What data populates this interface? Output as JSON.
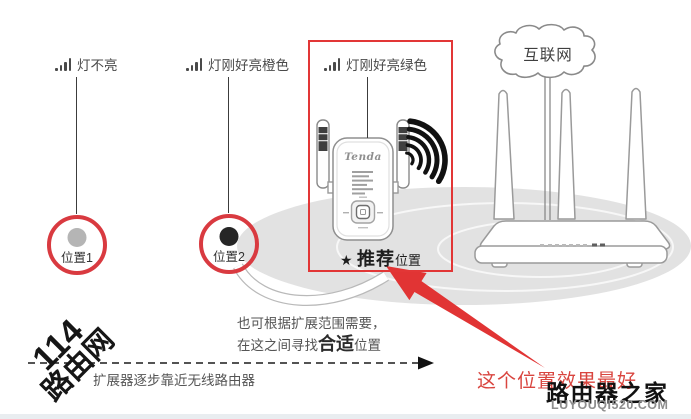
{
  "colors": {
    "ring_red": "#d93a40",
    "box_red": "#e23636",
    "arrow_red": "#e13434",
    "text_red": "#d9453f",
    "coverage_gray": "#e2e2e2",
    "pos1_dot": "#b5b5b5",
    "pos2_dot": "#262626"
  },
  "legend": {
    "pos1": {
      "icon": "signal-bars-icon",
      "label": "灯不亮",
      "name": "位置1"
    },
    "pos2": {
      "icon": "signal-bars-icon",
      "label": "灯刚好亮橙色",
      "name": "位置2"
    },
    "pos3": {
      "icon": "signal-bars-icon",
      "label": "灯刚好亮绿色"
    }
  },
  "recommended": {
    "star": "★",
    "bold": "推荐",
    "rest": "位置"
  },
  "cloud": {
    "label": "互联网"
  },
  "extender": {
    "brand": "Tenda"
  },
  "notes": {
    "line1": "也可根据扩展范围需要，",
    "line2_pre": "在这之间寻找",
    "line2_em": "合适",
    "line2_post": "位置",
    "bottom": "扩展器逐步靠近无线路由器",
    "best": "这个位置效果最好"
  },
  "watermarks": {
    "left_line1": "114",
    "left_line2": "路由网",
    "right_title": "路由器之家",
    "right_url": "LUYOUQI520.COM"
  }
}
